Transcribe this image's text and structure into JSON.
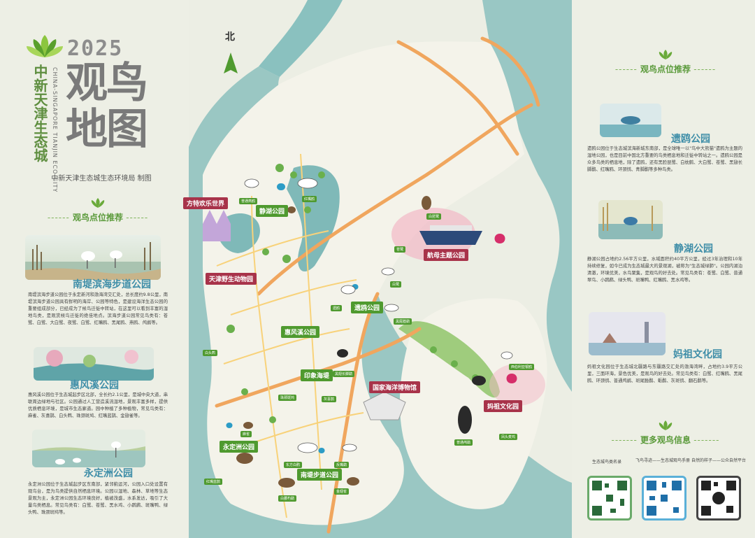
{
  "header": {
    "year": "2025",
    "city_cn": "中新天津生态城",
    "city_en": "CHINA-SINGAPORE TIANJIN ECO-CITY",
    "title_line1": "观鸟",
    "title_line2": "地图",
    "maker": "中新天津生态城生态环境局 制图"
  },
  "left_panel": {
    "section_title": "观鸟点位推荐",
    "parks": [
      {
        "name": "南堤滨海步道公园",
        "desc": "南堤滨海步道公园位于永定新河和渤海湾交汇处，总长度约9.8公里，南堤滨海步道公园具有鲜明的海岸、公园等特色，是建设海洋生态公园的重要组成部分，已经成为了候鸟迁徙中转站，在这里可以看到丰富的湿地鸟类，是观赏候鸟迁徙的绝佳地点。滨海步道公园常见鸟类有：苍鹭、白鹭、大白鹭、夜鹭、白鹭、红嘴鸥、黑尾鸥、燕鸥、鸬鹚等。"
      },
      {
        "name": "惠风溪公园",
        "desc": "惠风溪公园位于生态城起步区北部，全长约2.1公里，是城中央大道，串联周边绿地与社区。公园通过人工营造溪流湿地，景观丰富多样，提供优质栖息环境，是城市生态廊道。园中种植了多种植物，常见鸟类有：麻雀、灰喜鹊、白头鹎、珠颈斑鸠、红嘴蓝鹊、金翅雀等。"
      },
      {
        "name": "永定洲公园",
        "desc": "永定洲公园位于生态城起步区东南部，紧邻蓟运河，公园入口处设置有观鸟台，是为鸟类提供自然栖息环境。公园以湿地、森林、草地等生态景观为主，永定洲公园生态环境良好，植被茂盛，水系发达，吸引了大量鸟类栖息。常见鸟类有：白鹭、苍鹭、黑水鸡、小䴙䴘、斑嘴鸭、绿头鸭、珠颈斑鸠等。"
      }
    ]
  },
  "right_panel": {
    "section_title": "观鸟点位推荐",
    "parks": [
      {
        "name": "遗鸥公园",
        "desc": "遗鸥公园位于生态城滨海新城东南部，是全球唯一以\"鸟中大熊猫\"遗鸥为主题的湿地公园，也是目前中国北方重要的鸟类栖息地和迁徙中转站之一。遗鸥公园是众多鸟类的栖息地，除了遗鸥，还有黑脸琵鹭、白枕鹤、大白鹭、苍鹭、黑翅长脚鹬、红嘴鸥、环颈鸻、青脚鹬等多种鸟类。"
      },
      {
        "name": "静湖公园",
        "desc": "静湖公园占地约2.56平方公里，水域面积约40平方公里，经过3年治理和10年持续修复，如今已成为生态城最大的景观湖，被称为\"生态城绿肺\"。公园内湖泊清澈，环境优美，水鸟聚集，是观鸟的好去处。常见鸟类有：苍鹭、白鹭、普通翠鸟、小䴙䴘、绿头鸭、斑嘴鸭、红嘴鸥、黑水鸡等。"
      },
      {
        "name": "妈祖文化园",
        "desc": "妈祖文化园位于生态城北疆路与东疆路交汇处的渤海湾畔，占地约3.9平方公里，三面环海，景色优美，是观鸟的好去处。常见鸟类有：白鹭、红嘴鸥、黑尾鸥、环颈鸻、普通鸬鹚、斑尾塍鹬、蛎鹬、灰斑鸻、翻石鹬等。"
      }
    ],
    "more_title": "更多观鸟信息",
    "qr_labels": [
      "生态城鸟类名录",
      "飞鸟寻迹——生态城观鸟手册",
      "自然的样子——公众自然平台"
    ]
  },
  "map": {
    "north": "北",
    "places": [
      {
        "name": "方特欢乐世界",
        "style": "red"
      },
      {
        "name": "静湖公园",
        "style": "green"
      },
      {
        "name": "天津野生动物园",
        "style": "red"
      },
      {
        "name": "航母主题公园",
        "style": "red"
      },
      {
        "name": "遗鸥公园",
        "style": "green"
      },
      {
        "name": "惠风溪公园",
        "style": "green"
      },
      {
        "name": "印象海堤",
        "style": "green"
      },
      {
        "name": "国家海洋博物馆",
        "style": "red"
      },
      {
        "name": "妈祖文化园",
        "style": "red"
      },
      {
        "name": "永定洲公园",
        "style": "green"
      },
      {
        "name": "南堤步道公园",
        "style": "green"
      }
    ],
    "birds": [
      "普通燕鸥",
      "红嘴鸥",
      "苍鹭",
      "白鹭",
      "白琵鹭",
      "遗鸥",
      "黑翅长脚鹬",
      "普通鸬鹚",
      "黑尾塍鹬",
      "白头鹎",
      "灰喜鹊",
      "珠颈斑鸠",
      "东方白鹳",
      "反嘴鹬",
      "白腰杓鹬",
      "红嘴蓝鹊",
      "西伯利亚银鸥",
      "凤头麦鸡",
      "麻雀",
      "金翅雀"
    ]
  },
  "colors": {
    "water": "#7fb9b8",
    "land": "#f4f3ea",
    "road": "#f0a65e",
    "green": "#4f9a2f",
    "red": "#a8334a"
  }
}
